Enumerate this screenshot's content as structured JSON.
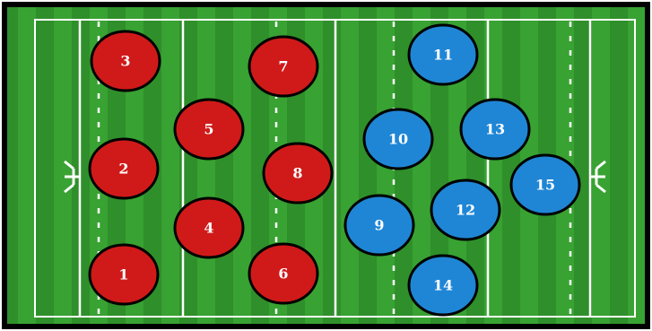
{
  "colors": {
    "team_red": "#d01a1a",
    "team_blue": "#1f86d6",
    "grass_dark": "#2f8f2a",
    "grass_light": "#3aa534",
    "line": "#ffffff",
    "outline": "#000000"
  },
  "teams": [
    {
      "name": "red",
      "color_key": "team_red"
    },
    {
      "name": "blue",
      "color_key": "team_blue"
    }
  ],
  "players": [
    {
      "number": "1",
      "team": "red"
    },
    {
      "number": "2",
      "team": "red"
    },
    {
      "number": "3",
      "team": "red"
    },
    {
      "number": "4",
      "team": "red"
    },
    {
      "number": "5",
      "team": "red"
    },
    {
      "number": "6",
      "team": "red"
    },
    {
      "number": "7",
      "team": "red"
    },
    {
      "number": "8",
      "team": "red"
    },
    {
      "number": "9",
      "team": "blue"
    },
    {
      "number": "10",
      "team": "blue"
    },
    {
      "number": "11",
      "team": "blue"
    },
    {
      "number": "12",
      "team": "blue"
    },
    {
      "number": "13",
      "team": "blue"
    },
    {
      "number": "14",
      "team": "blue"
    },
    {
      "number": "15",
      "team": "blue"
    }
  ]
}
